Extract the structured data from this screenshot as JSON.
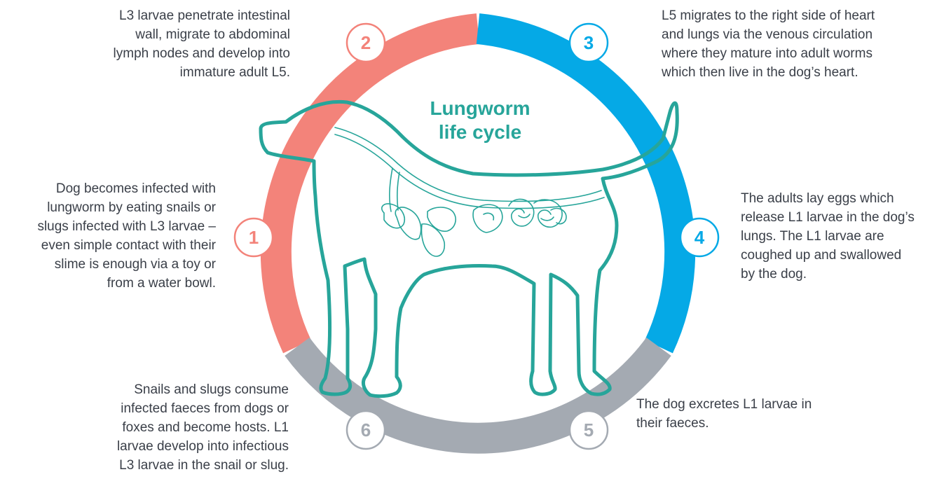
{
  "title": {
    "line1": "Lungworm",
    "line2": "life cycle"
  },
  "colors": {
    "red": "#f3837a",
    "blue": "#05a9e6",
    "grey": "#a4aab2",
    "teal": "#27a59a",
    "text": "#3a3f48"
  },
  "stages": [
    {
      "number": "1",
      "color": "red",
      "lines": [
        "Dog becomes infected with",
        "lungworm by eating snails or",
        "slugs infected with L3 larvae –",
        "even simple contact with their",
        "slime is enough via a toy or",
        "from a water bowl."
      ]
    },
    {
      "number": "2",
      "color": "red",
      "lines": [
        "L3 larvae penetrate intestinal",
        "wall, migrate to abdominal",
        "lymph nodes and develop into",
        "immature adult L5."
      ]
    },
    {
      "number": "3",
      "color": "blue",
      "lines": [
        "L5 migrates to the right side of heart",
        "and lungs via the venous circulation",
        "where they mature into adult worms",
        "which then live in the dog’s heart."
      ]
    },
    {
      "number": "4",
      "color": "blue",
      "lines": [
        "The adults lay eggs which",
        "release L1 larvae in the dog’s",
        "lungs. The L1 larvae are",
        "coughed up and swallowed",
        "by the dog."
      ]
    },
    {
      "number": "5",
      "color": "grey",
      "lines": [
        "The dog excretes L1 larvae in",
        "their faeces."
      ]
    },
    {
      "number": "6",
      "color": "grey",
      "lines": [
        "Snails and slugs consume",
        "infected faeces from dogs or",
        "foxes and become hosts. L1",
        "larvae develop into infectious",
        "L3 larvae in the snail or slug."
      ]
    }
  ]
}
